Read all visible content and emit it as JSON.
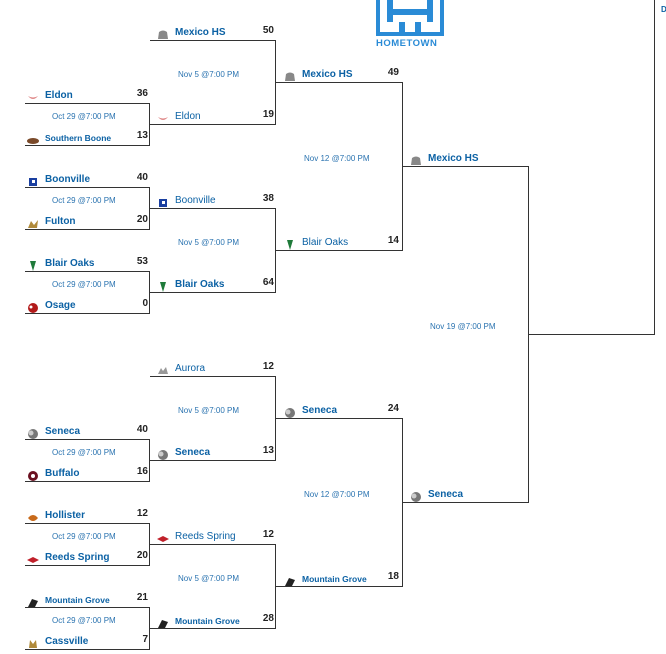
{
  "brand": {
    "name": "HOMETOWN",
    "color": "#2a8bd6",
    "corner_text": "D"
  },
  "colors": {
    "team": "#0b61a4",
    "date": "#2a73b0",
    "line": "#333333"
  },
  "round1": [
    {
      "date": "Oct 29 @7:00 PM",
      "top": {
        "name": "Eldon",
        "score": "36",
        "icon": "eldon-icon"
      },
      "bottom": {
        "name": "Southern Boone",
        "score": "13",
        "icon": "southern-boone-icon"
      }
    },
    {
      "date": "Oct 29 @7:00 PM",
      "top": {
        "name": "Boonville",
        "score": "40",
        "icon": "boonville-icon"
      },
      "bottom": {
        "name": "Fulton",
        "score": "20",
        "icon": "fulton-icon"
      }
    },
    {
      "date": "Oct 29 @7:00 PM",
      "top": {
        "name": "Blair Oaks",
        "score": "53",
        "icon": "blair-oaks-icon"
      },
      "bottom": {
        "name": "Osage",
        "score": "0",
        "icon": "osage-icon"
      }
    },
    {
      "date": "Oct 29 @7:00 PM",
      "top": {
        "name": "Seneca",
        "score": "40",
        "icon": "seneca-icon"
      },
      "bottom": {
        "name": "Buffalo",
        "score": "16",
        "icon": "buffalo-icon"
      }
    },
    {
      "date": "Oct 29 @7:00 PM",
      "top": {
        "name": "Hollister",
        "score": "12",
        "icon": "hollister-icon"
      },
      "bottom": {
        "name": "Reeds Spring",
        "score": "20",
        "icon": "reeds-spring-icon"
      }
    },
    {
      "date": "Oct 29 @7:00 PM",
      "top": {
        "name": "Mountain Grove",
        "score": "21",
        "icon": "mountain-grove-icon"
      },
      "bottom": {
        "name": "Cassville",
        "score": "7",
        "icon": "cassville-icon"
      }
    }
  ],
  "round2": [
    {
      "date": "Nov 5 @7:00 PM",
      "top": {
        "name": "Mexico HS",
        "score": "50",
        "icon": "mexico-icon"
      },
      "bottom": {
        "name": "Eldon",
        "score": "19",
        "icon": "eldon-icon"
      }
    },
    {
      "date": "Nov 5 @7:00 PM",
      "top": {
        "name": "Boonville",
        "score": "38",
        "icon": "boonville-icon"
      },
      "bottom": {
        "name": "Blair Oaks",
        "score": "64",
        "icon": "blair-oaks-icon"
      }
    },
    {
      "date": "Nov 5 @7:00 PM",
      "top": {
        "name": "Aurora",
        "score": "12",
        "icon": "aurora-icon"
      },
      "bottom": {
        "name": "Seneca",
        "score": "13",
        "icon": "seneca-icon"
      }
    },
    {
      "date": "Nov 5 @7:00 PM",
      "top": {
        "name": "Reeds Spring",
        "score": "12",
        "icon": "reeds-spring-icon"
      },
      "bottom": {
        "name": "Mountain Grove",
        "score": "28",
        "icon": "mountain-grove-icon"
      }
    }
  ],
  "round3": [
    {
      "date": "Nov 12 @7:00 PM",
      "top": {
        "name": "Mexico HS",
        "score": "49",
        "icon": "mexico-icon"
      },
      "bottom": {
        "name": "Blair Oaks",
        "score": "14",
        "icon": "blair-oaks-icon"
      }
    },
    {
      "date": "Nov 12 @7:00 PM",
      "top": {
        "name": "Seneca",
        "score": "24",
        "icon": "seneca-icon"
      },
      "bottom": {
        "name": "Mountain Grove",
        "score": "18",
        "icon": "mountain-grove-icon"
      }
    }
  ],
  "round4": [
    {
      "date": "Nov 19 @7:00 PM",
      "top": {
        "name": "Mexico HS",
        "score": "",
        "icon": "mexico-icon"
      },
      "bottom": {
        "name": "Seneca",
        "score": "",
        "icon": "seneca-icon"
      }
    }
  ]
}
